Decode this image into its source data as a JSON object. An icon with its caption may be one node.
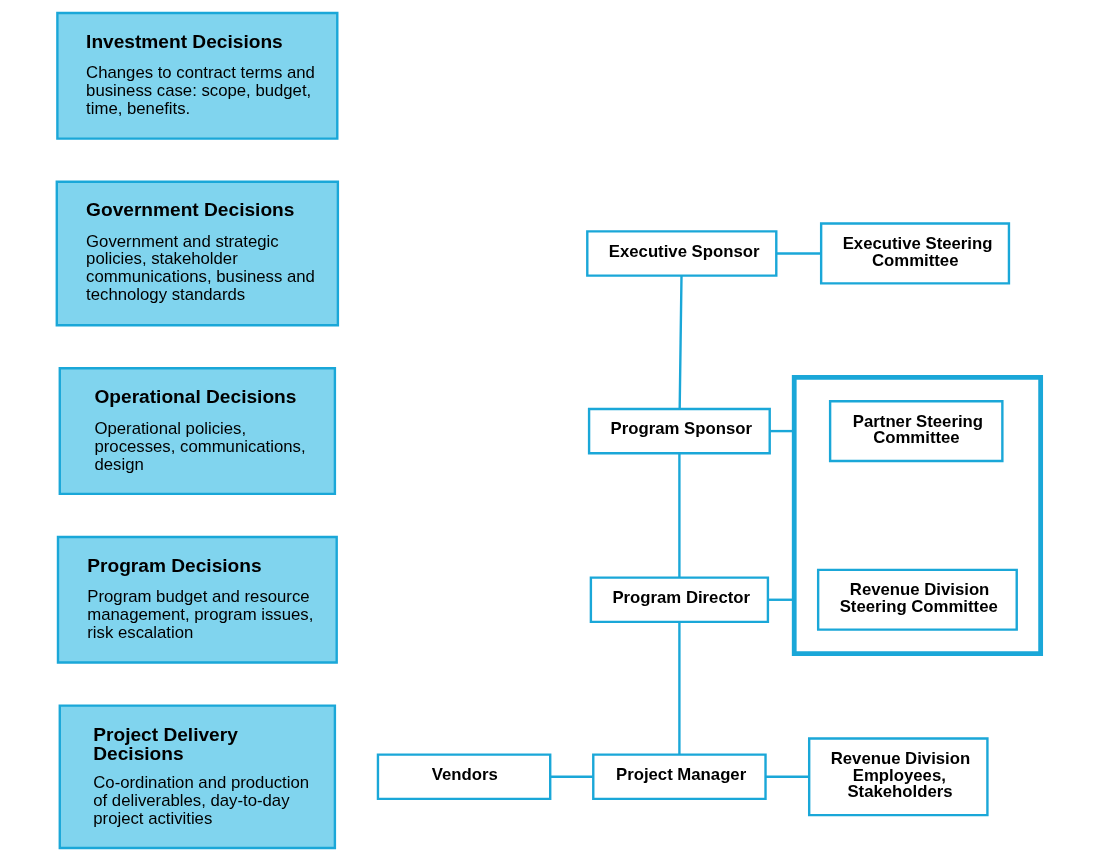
{
  "diagram": {
    "nodes": [
      {
        "text": [
          "Investment Decisions",
          "Changes to contract terms and business case: scope, budget, time, benefits."
        ]
      },
      {
        "text": [
          "Government Decisions",
          "Government and strategic policies, stakeholder communications, business and technology standards"
        ]
      },
      {
        "text": [
          "Operational Decisions",
          "Operational policies, processes, communications, design"
        ]
      },
      {
        "text": [
          "Program Decisions",
          "Program budget and resource management, program issues, risk escalation"
        ]
      },
      {
        "text": [
          "Project Delivery Decisions",
          "Co-ordination and production of deliverables, day-to-day project activities"
        ]
      },
      {
        "text": [
          "Executive Sponsor"
        ]
      },
      {
        "text": [
          "Executive Steering Committee"
        ]
      },
      {
        "text": [
          "Program Sponsor"
        ]
      },
      {
        "text": [
          "Program Director"
        ]
      },
      {
        "text": [],
        "shape": "box"
      },
      {
        "text": [
          "Partner Steering Committee"
        ],
        "in": 9
      },
      {
        "text": [
          "Revenue Division Steering Committee"
        ],
        "in": 9
      },
      {
        "text": [
          "Vendors"
        ]
      },
      {
        "text": [
          "Project Manager"
        ]
      },
      {
        "text": [
          "Revenue Division Employees, Stakeholders"
        ]
      }
    ],
    "edges": [
      {
        "from": 5,
        "to": 6,
        "arrow": "none"
      },
      {
        "from": 5,
        "to": 7,
        "arrow": "none"
      },
      {
        "from": 7,
        "to": 8,
        "arrow": "none"
      },
      {
        "from": 7,
        "to": 9,
        "arrow": "none"
      },
      {
        "from": 8,
        "to": 9,
        "arrow": "none"
      },
      {
        "from": 8,
        "to": 13,
        "arrow": "none"
      },
      {
        "from": 12,
        "to": 13,
        "arrow": "none"
      },
      {
        "from": 13,
        "to": 14,
        "arrow": "none"
      }
    ]
  }
}
